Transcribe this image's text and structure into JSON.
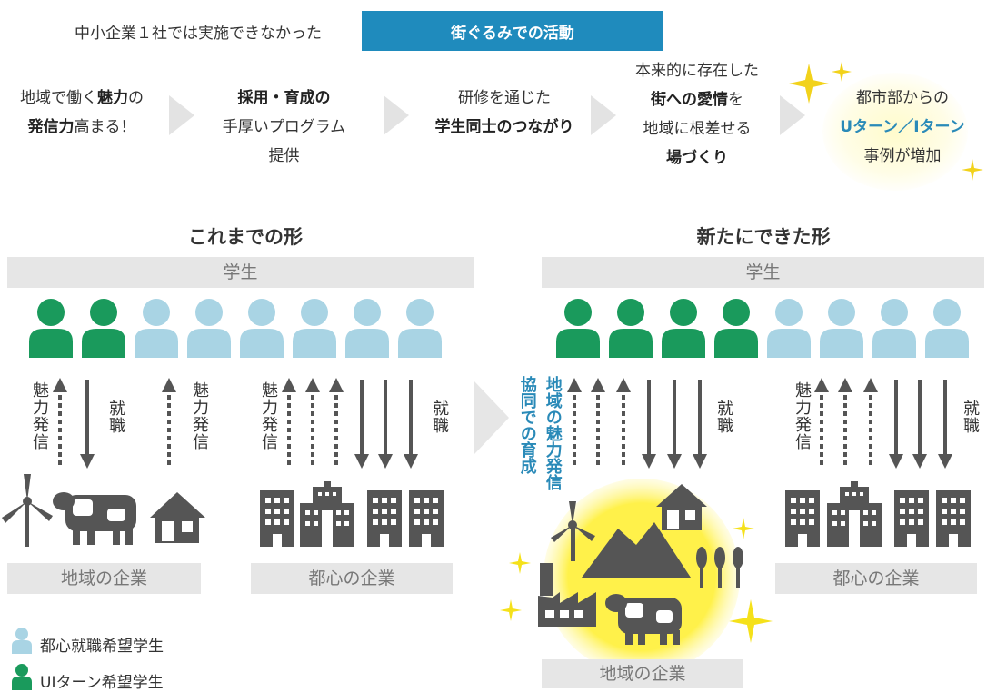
{
  "header": {
    "left_text": "中小企業１社では実施できなかった",
    "banner_text": "街ぐるみでの活動",
    "banner_color": "#1f8bbd"
  },
  "steps": [
    {
      "pre": "地域で働く",
      "bold": "魅力",
      "post": "の",
      "line2_bold": "発信力",
      "line2_post": "高まる！"
    },
    {
      "line1_bold": "採用・育成の",
      "line2": "手厚いプログラム",
      "line3": "提供"
    },
    {
      "line1": "研修を通じた",
      "line2_bold": "学生同士のつながり"
    },
    {
      "line1": "本来的に存在した",
      "line2_bold_a": "街への愛情",
      "line2_post": "を",
      "line3": "地域に根差せる",
      "line4_bold": "場づくり"
    },
    {
      "line1": "都市部からの",
      "line2_highlight": "Uターン／Iターン",
      "line3": "事例が増加"
    }
  ],
  "left_panel": {
    "title": "これまでの形",
    "student_bar": "学生",
    "arrows_labels": {
      "miryoku": "魅力発信",
      "shushoku": "就職"
    },
    "local_bar": "地域の企業",
    "city_bar": "都心の企業"
  },
  "right_panel": {
    "title": "新たにできた形",
    "student_bar": "学生",
    "kyodo": "協同での育成",
    "chiiki_miryoku": "地域の魅力発信",
    "arrows_labels": {
      "miryoku": "魅力発信",
      "shushoku": "就職",
      "shushoku2": "就職"
    },
    "local_bar": "地域の企業",
    "city_bar": "都心の企業"
  },
  "legend": [
    {
      "label": "都心就職希望学生",
      "color": "#a9d4e4"
    },
    {
      "label": "UIターン希望学生",
      "color": "#1a9a5c"
    }
  ],
  "colors": {
    "green": "#1a9a5c",
    "light_blue": "#a9d4e4",
    "dark_gray": "#555555",
    "highlight_blue": "#2a8ab8",
    "glow_yellow": "#ffef3a"
  }
}
